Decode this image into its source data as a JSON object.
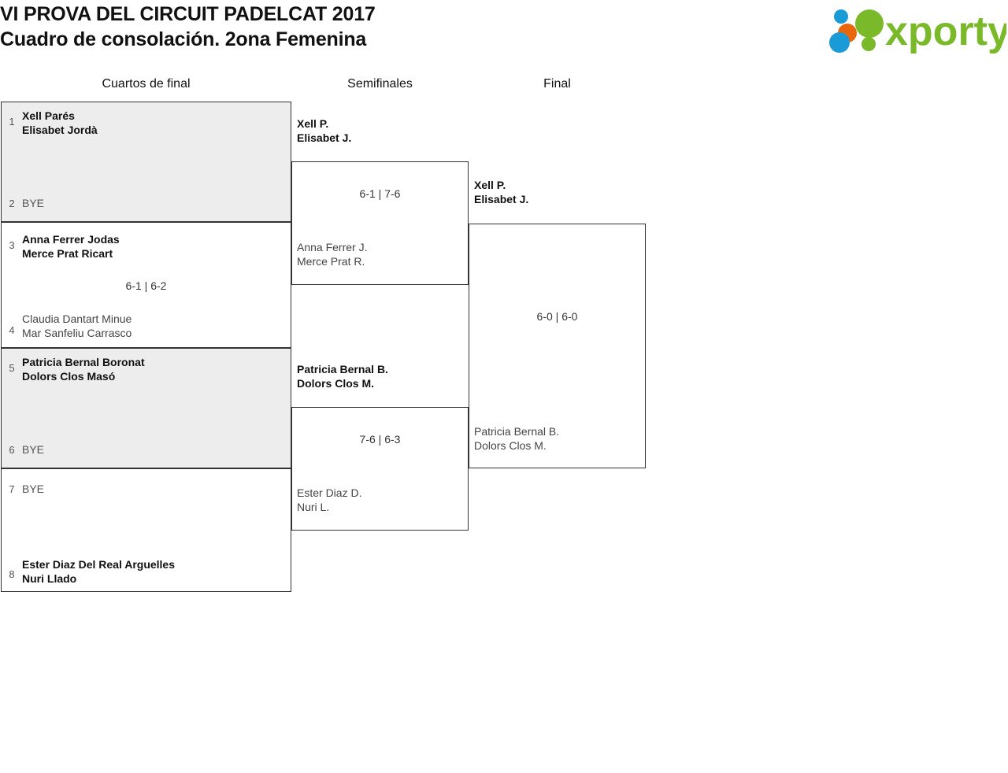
{
  "header": {
    "title_line1": "VI PROVA DEL CIRCUIT PADELCAT 2017",
    "title_line2": "Cuadro de consolación. 2ona Femenina",
    "logo_text": "xporty",
    "logo_colors": {
      "green": "#7ab929",
      "orange": "#e8670c",
      "blue": "#1a9ad7"
    }
  },
  "rounds": [
    {
      "label": "Cuartos de final"
    },
    {
      "label": "Semifinales"
    },
    {
      "label": "Final"
    }
  ],
  "bracket": {
    "quarterfinals": [
      {
        "shaded": true,
        "top": {
          "seed": "1",
          "line1": "Xell Parés",
          "line2": "Elisabet Jordà",
          "result": "winner"
        },
        "bottom": {
          "seed": "2",
          "line1": "BYE",
          "line2": "",
          "result": "bye"
        },
        "score": ""
      },
      {
        "shaded": false,
        "top": {
          "seed": "3",
          "line1": "Anna Ferrer Jodas",
          "line2": "Merce Prat Ricart",
          "result": "winner"
        },
        "bottom": {
          "seed": "4",
          "line1": "Claudia Dantart Minue",
          "line2": "Mar Sanfeliu Carrasco",
          "result": "loser"
        },
        "score": "6-1 | 6-2"
      },
      {
        "shaded": true,
        "top": {
          "seed": "5",
          "line1": "Patricia Bernal Boronat",
          "line2": "Dolors Clos Masó",
          "result": "winner"
        },
        "bottom": {
          "seed": "6",
          "line1": "BYE",
          "line2": "",
          "result": "bye"
        },
        "score": ""
      },
      {
        "shaded": false,
        "top": {
          "seed": "7",
          "line1": "BYE",
          "line2": "",
          "result": "bye"
        },
        "bottom": {
          "seed": "8",
          "line1": "Ester Diaz Del Real Arguelles",
          "line2": "Nuri Llado",
          "result": "winner"
        },
        "score": ""
      }
    ],
    "semifinals": [
      {
        "winner": {
          "line1": "Xell P.",
          "line2": "Elisabet J."
        },
        "loser": {
          "line1": "Anna Ferrer J.",
          "line2": "Merce Prat R."
        },
        "score": "6-1 | 7-6"
      },
      {
        "winner": {
          "line1": "Patricia Bernal B.",
          "line2": "Dolors Clos M."
        },
        "loser": {
          "line1": "Ester Diaz D.",
          "line2": "Nuri L."
        },
        "score": "7-6 | 6-3"
      }
    ],
    "final": [
      {
        "winner": {
          "line1": "Xell P.",
          "line2": "Elisabet J."
        },
        "loser": {
          "line1": "Patricia Bernal B.",
          "line2": "Dolors Clos M."
        },
        "score": "6-0 | 6-0"
      }
    ]
  }
}
